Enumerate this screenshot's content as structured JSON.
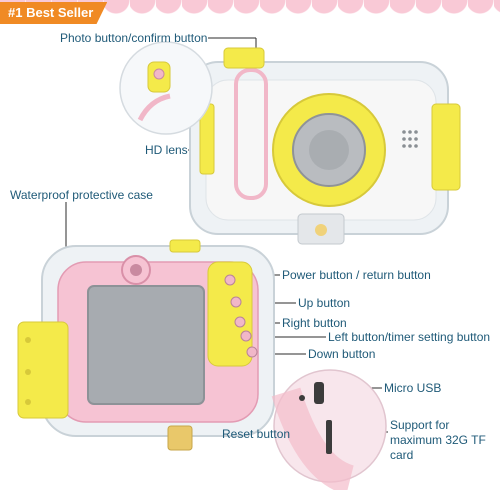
{
  "badge": {
    "text": "#1 Best Seller"
  },
  "labels": {
    "photo_button": "Photo button/confirm button",
    "hd_lens": "HD lens",
    "waterproof_case": "Waterproof protective case",
    "power_button": "Power button / return button",
    "up_button": "Up button",
    "right_button": "Right button",
    "left_button": "Left button/timer setting button",
    "down_button": "Down button",
    "micro_usb": "Micro USB",
    "reset_button": "Reset button",
    "support_card": "Support for maximum 32G TF card"
  },
  "colors": {
    "label_text": "#1f5a78",
    "badge_bg": "#f08a24",
    "camera_yellow": "#f4ea4a",
    "camera_pink": "#f6c3d3",
    "lens_gray": "#a9adb1"
  }
}
